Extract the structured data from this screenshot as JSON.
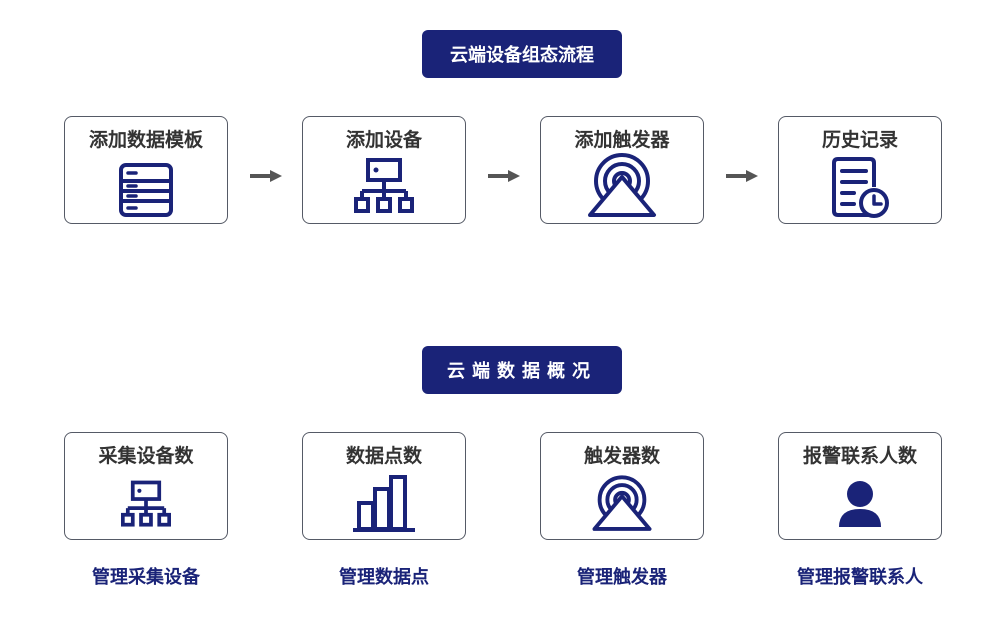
{
  "flow": {
    "title": "云端设备组态流程",
    "steps": [
      {
        "label": "添加数据模板",
        "icon": "server-stack-icon"
      },
      {
        "label": "添加设备",
        "icon": "network-tree-icon"
      },
      {
        "label": "添加触发器",
        "icon": "target-trigger-icon"
      },
      {
        "label": "历史记录",
        "icon": "document-clock-icon"
      }
    ]
  },
  "overview": {
    "title": "云端数据概况",
    "cards": [
      {
        "label": "采集设备数",
        "icon": "network-tree-icon",
        "link": "管理采集设备"
      },
      {
        "label": "数据点数",
        "icon": "bar-chart-icon",
        "link": "管理数据点"
      },
      {
        "label": "触发器数",
        "icon": "target-trigger-icon",
        "link": "管理触发器"
      },
      {
        "label": "报警联系人数",
        "icon": "person-icon",
        "link": "管理报警联系人"
      }
    ]
  },
  "colors": {
    "accent": "#1a2378",
    "arrow": "#555555",
    "text": "#333333"
  }
}
